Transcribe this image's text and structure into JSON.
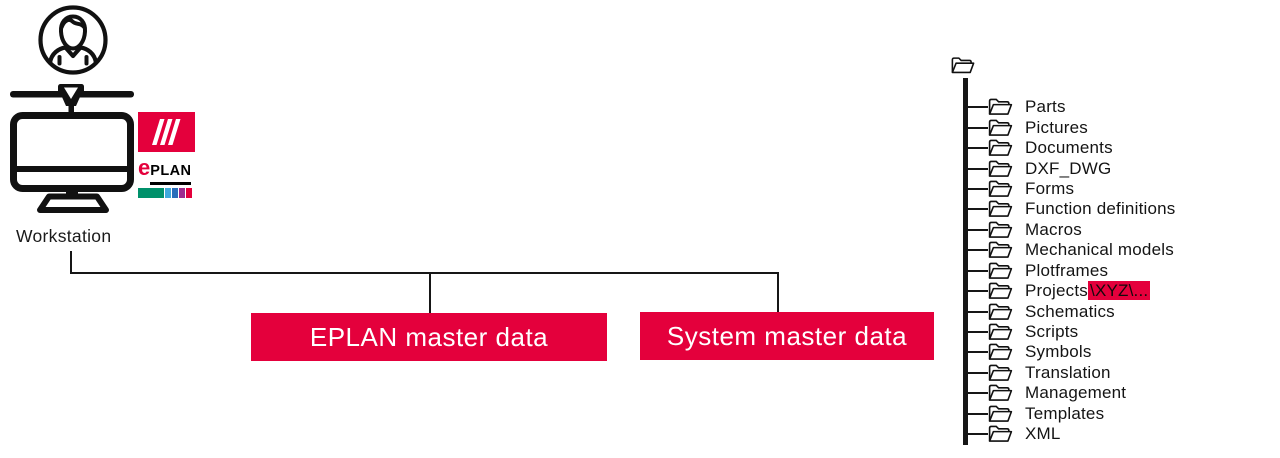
{
  "colors": {
    "accent_red": "#E4003C",
    "ink": "#161616"
  },
  "workstation": {
    "label": "Workstation"
  },
  "eplan_logo": {
    "e": "e",
    "plan": "PLAN",
    "brand_red": "#E4003C",
    "bar_colors": [
      "#00916B",
      "#3FA9DC",
      "#2A6EBB",
      "#9E2B8F",
      "#E4003C"
    ]
  },
  "boxes": {
    "eplan": {
      "label": "EPLAN master data"
    },
    "system": {
      "label": "System master data"
    }
  },
  "tree": {
    "folders": [
      {
        "label": "Parts"
      },
      {
        "label": "Pictures"
      },
      {
        "label": "Documents"
      },
      {
        "label": "DXF_DWG"
      },
      {
        "label": "Forms"
      },
      {
        "label": "Function definitions"
      },
      {
        "label": "Macros"
      },
      {
        "label": "Mechanical models"
      },
      {
        "label": "Plotframes"
      },
      {
        "label": "Projects",
        "highlight": "\\XYZ\\..."
      },
      {
        "label": "Schematics"
      },
      {
        "label": "Scripts"
      },
      {
        "label": "Symbols"
      },
      {
        "label": "Translation"
      },
      {
        "label": "Management"
      },
      {
        "label": "Templates"
      },
      {
        "label": "XML"
      }
    ]
  }
}
